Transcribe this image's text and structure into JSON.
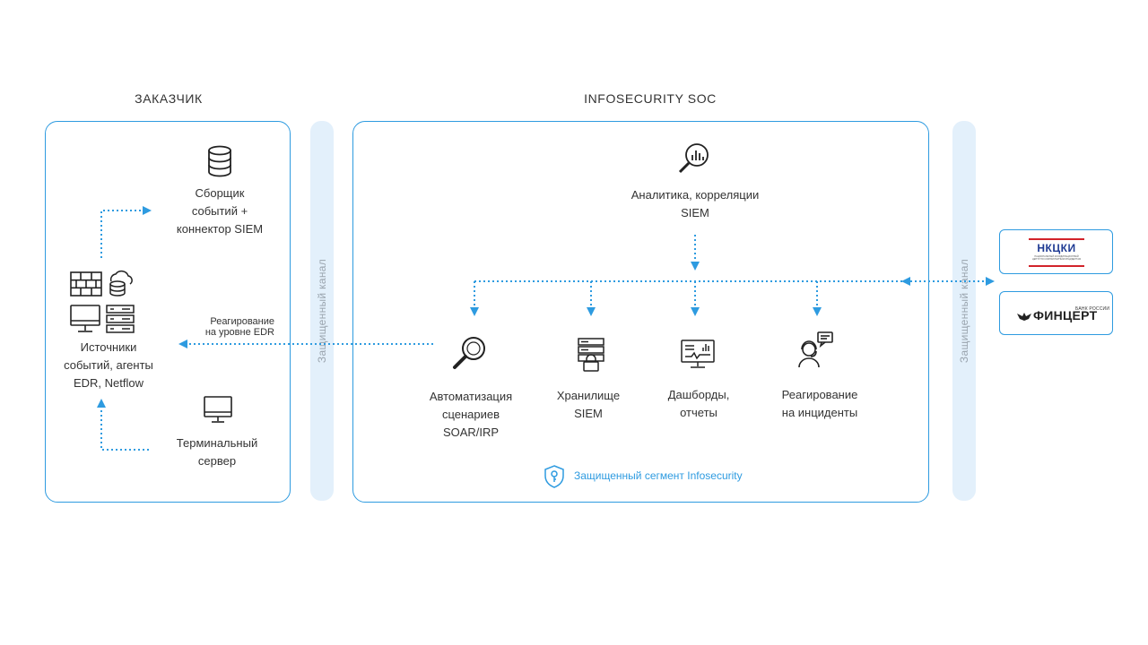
{
  "sections": {
    "customer_title": "ЗАКАЗЧИК",
    "soc_title": "INFOSECURITY SOC"
  },
  "channel_label": "Защищенный канал",
  "customer": {
    "collector_label": "Сборщик\nсобытий +\nконнектор SIEM",
    "sources_label": "Источники\nсобытий, агенты\nEDR, Netflow",
    "terminal_label": "Терминальный\nсервер",
    "edr_response_label": "Реагирование\nна уровне EDR"
  },
  "soc": {
    "analytics_label": "Аналитика, корреляции\nSIEM",
    "modules": [
      {
        "label": "Автоматизация\nсценариев\nSOAR/IRP",
        "icon": "magnifier-icon"
      },
      {
        "label": "Хранилище\nSIEM",
        "icon": "storage-lock-icon"
      },
      {
        "label": "Дашборды,\nотчеты",
        "icon": "dashboard-monitor-icon"
      },
      {
        "label": "Реагирование\nна инциденты",
        "icon": "operator-icon"
      }
    ],
    "secure_segment_label": "Защищенный сегмент Infosecurity"
  },
  "partners": {
    "nkcki": {
      "name": "НКЦКИ",
      "subtitle": "НАЦИОНАЛЬНЫЙ КООРДИНАЦИОННЫЙ ЦЕНТР ПО КОМПЬЮТЕРНЫМ ИНЦИДЕНТАМ"
    },
    "fincert": {
      "name": "ФИНЦЕРТ",
      "subtitle": "БАНК РОССИИ"
    }
  },
  "colors": {
    "accent": "#2e9be0",
    "channel": "#e3f0fb",
    "text": "#333333",
    "nkcki_red": "#d2232a",
    "nkcki_blue": "#1f3a93"
  }
}
